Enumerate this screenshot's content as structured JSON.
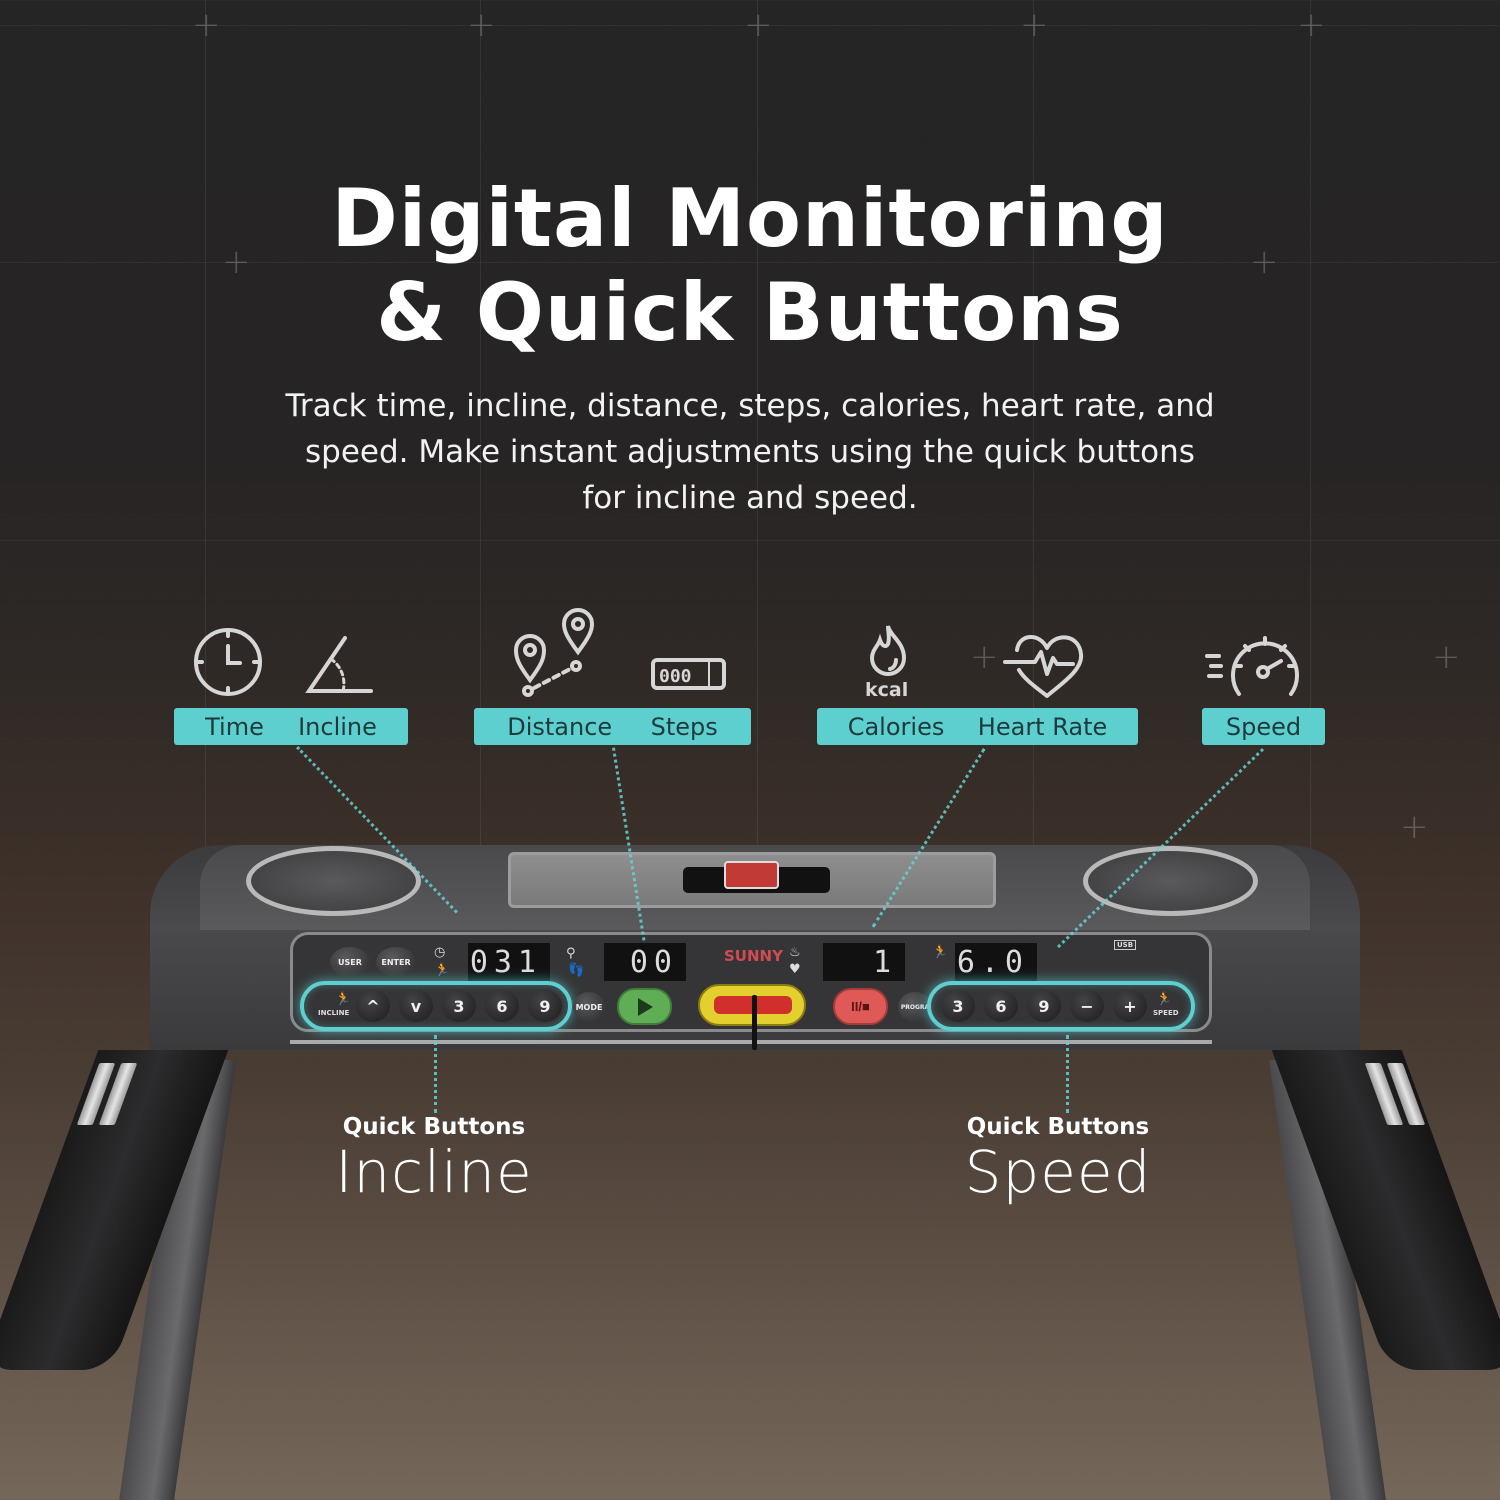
{
  "header": {
    "title_line1": "Digital Monitoring",
    "title_line2": "& Quick Buttons",
    "subtitle_line1": "Track time, incline, distance, steps, calories, heart rate, and",
    "subtitle_line2": "speed. Make instant adjustments using the quick buttons",
    "subtitle_line3": "for incline and speed."
  },
  "features": {
    "groups": [
      {
        "labels": [
          "Time",
          "Incline"
        ],
        "icons": [
          "clock-icon",
          "incline-angle-icon"
        ]
      },
      {
        "labels": [
          "Distance",
          "Steps"
        ],
        "icons": [
          "map-route-icon",
          "step-counter-icon"
        ]
      },
      {
        "labels": [
          "Calories",
          "Heart Rate"
        ],
        "icons": [
          "flame-kcal-icon",
          "heartbeat-icon"
        ]
      },
      {
        "labels": [
          "Speed"
        ],
        "icons": [
          "speedometer-icon"
        ]
      }
    ],
    "kcal_text": "kcal",
    "counter_text": "000"
  },
  "console": {
    "brand": "SUNNY",
    "buttons": {
      "user": "USER",
      "enter": "ENTER",
      "mode": "MODE",
      "program": "PROGRA",
      "incline_label": "INCLINE",
      "speed_label": "SPEED",
      "stop_symbol": "II/■",
      "usb_label": "USB"
    },
    "incline_quick": [
      "^",
      "v",
      "3",
      "6",
      "9"
    ],
    "speed_quick": [
      "3",
      "6",
      "9",
      "−",
      "+"
    ],
    "displays": {
      "time_incline": "031",
      "distance_steps": "00",
      "calories_heart": "1",
      "speed": "6.0"
    }
  },
  "captions": {
    "incline": {
      "small": "Quick Buttons",
      "big": "Incline"
    },
    "speed": {
      "small": "Quick Buttons",
      "big": "Speed"
    }
  },
  "colors": {
    "accent_teal": "#5ecfcf",
    "label_text": "#1e3a3c",
    "start_green": "#5fae55",
    "stop_red": "#df5a57",
    "safety_yellow": "#e3d02e"
  }
}
